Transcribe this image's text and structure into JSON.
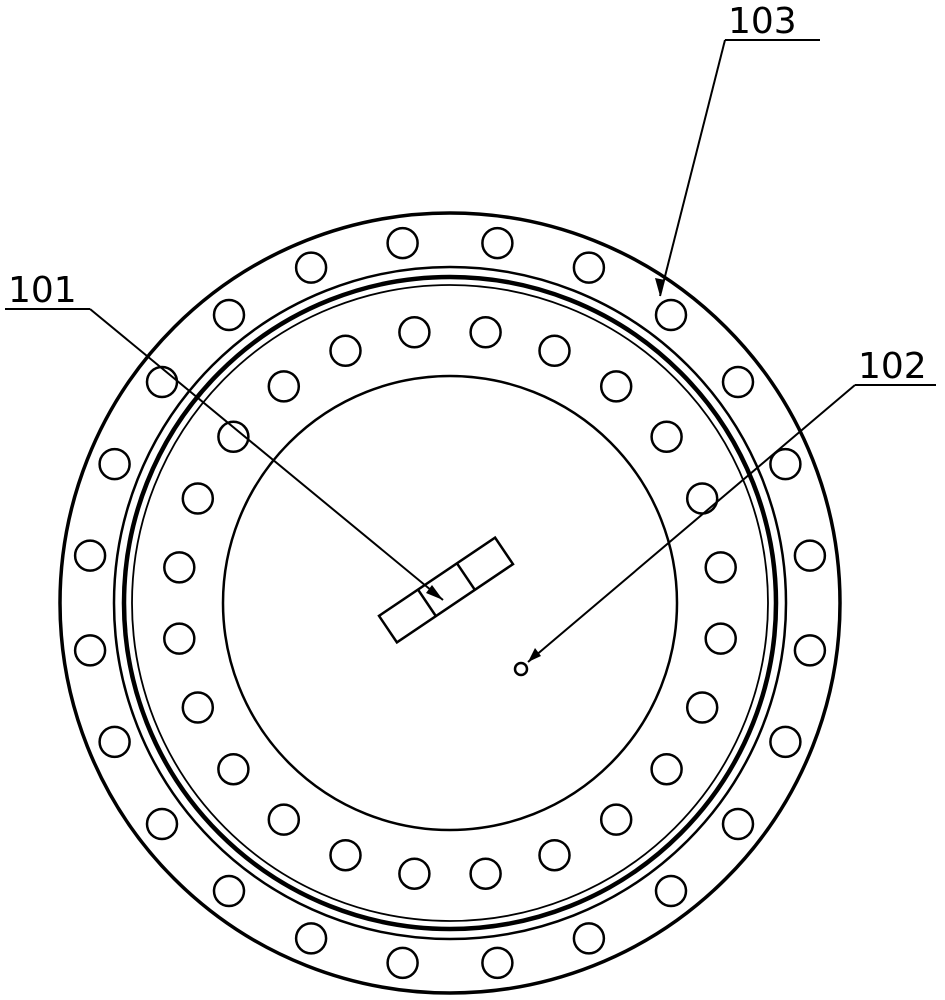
{
  "labels": {
    "part_101": "101",
    "part_102": "102",
    "part_103": "103"
  },
  "colors": {
    "stroke": "#000000",
    "background": "#ffffff"
  },
  "structure": {
    "outer_ring_hole_count": 24,
    "inner_ring_hole_count": 24
  }
}
